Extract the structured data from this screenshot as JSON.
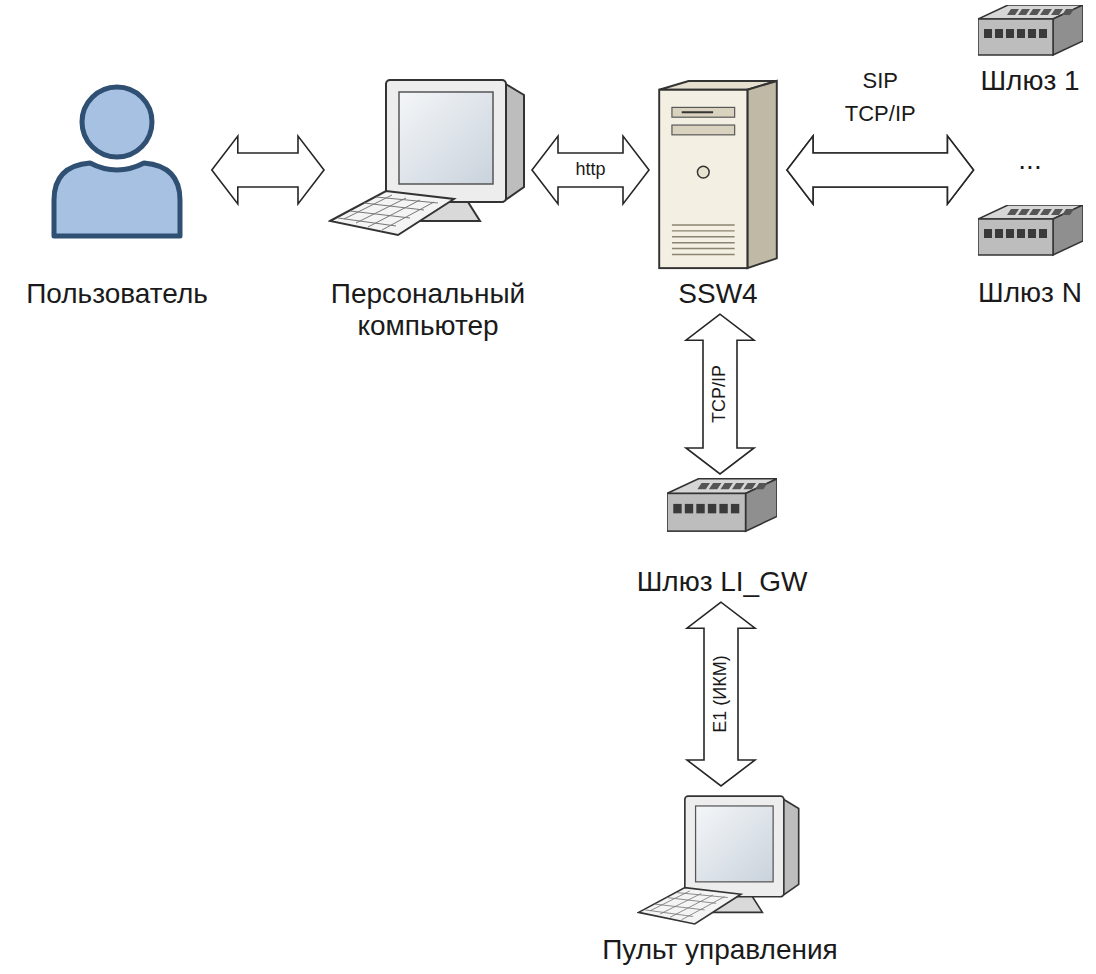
{
  "diagram": {
    "nodes": [
      {
        "text": [
          "Пользователь"
        ]
      },
      {
        "text": [
          "Персональный компьютер"
        ]
      },
      {
        "text": [
          "SSW4"
        ]
      },
      {
        "text": [
          "Шлюз 1"
        ]
      },
      {
        "text": [
          "Шлюз N"
        ]
      },
      {
        "text": [
          "Шлюз LI_GW"
        ]
      },
      {
        "text": [
          "Пульт управления"
        ]
      }
    ],
    "edges": [
      {
        "from": 0,
        "to": 1,
        "arrow": "both"
      },
      {
        "from": 1,
        "to": 2,
        "label": "http",
        "arrow": "both"
      },
      {
        "from": 2,
        "to": 3,
        "label": "SIP TCP/IP",
        "arrow": "both"
      },
      {
        "from": 2,
        "to": 4,
        "arrow": "both"
      },
      {
        "from": 2,
        "to": 5,
        "label": "TCP/IP",
        "arrow": "both"
      },
      {
        "from": 5,
        "to": 6,
        "label": "E1 (ИКМ)",
        "arrow": "both"
      }
    ],
    "labels": [
      "..."
    ]
  }
}
